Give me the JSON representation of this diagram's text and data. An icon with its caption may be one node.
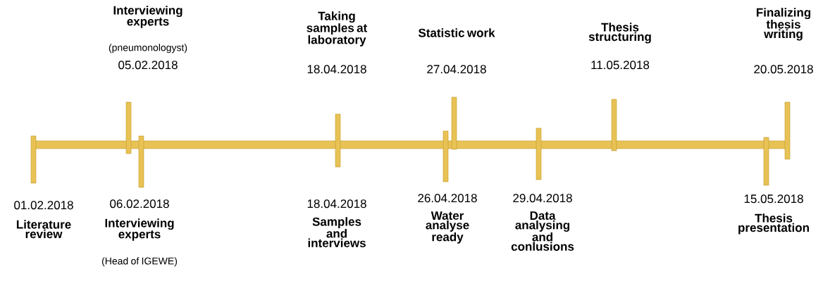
{
  "diagram": {
    "labels": [
      "Interviewing experts",
      "(pneumonologyst)",
      "05.02.2018",
      "Taking samples at laboratory",
      "18.04.2018",
      "Statistic work",
      "27.04.2018",
      "Thesis structuring",
      "11.05.2018",
      "Finalizing thesis writing",
      "20.05.2018",
      "01.02.2018",
      "Literature review",
      "06.02.2018",
      "Interviewing experts",
      "(Head of IGEWE)",
      "18.04.2018",
      "Samples and interviews",
      "26.04.2018",
      "Water analyse ready",
      "29.04.2018",
      "Data analysing and conlusions",
      "15.05.2018",
      "Thesis presentation"
    ]
  }
}
